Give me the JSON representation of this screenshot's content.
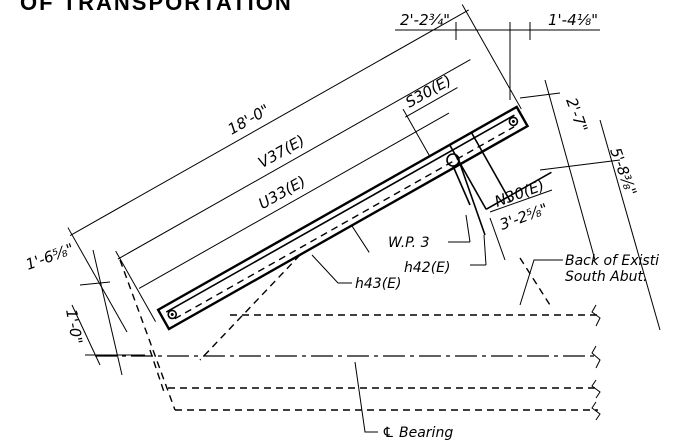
{
  "title": "OF TRANSPORTATION",
  "dims": {
    "top_left": "2'-2¾\"",
    "top_right": "1'-4⅛\"",
    "side_a": "2'-7\"",
    "side_b": "5'-8⅜\"",
    "long": "18'-0\"",
    "v37": "V37(E)",
    "u33": "U33(E)",
    "s30": "S30(E)",
    "n30": "N30(E)",
    "short_b": "3'-2⅝\"",
    "left_a": "1'-6⅝\"",
    "left_b": "1'-0\""
  },
  "notes": {
    "wp": "W.P. 3",
    "h42": "h42(E)",
    "h43": "h43(E)",
    "back1": "Back of Existi",
    "back2": "South Abut.",
    "bearing": "℄ Bearing"
  }
}
